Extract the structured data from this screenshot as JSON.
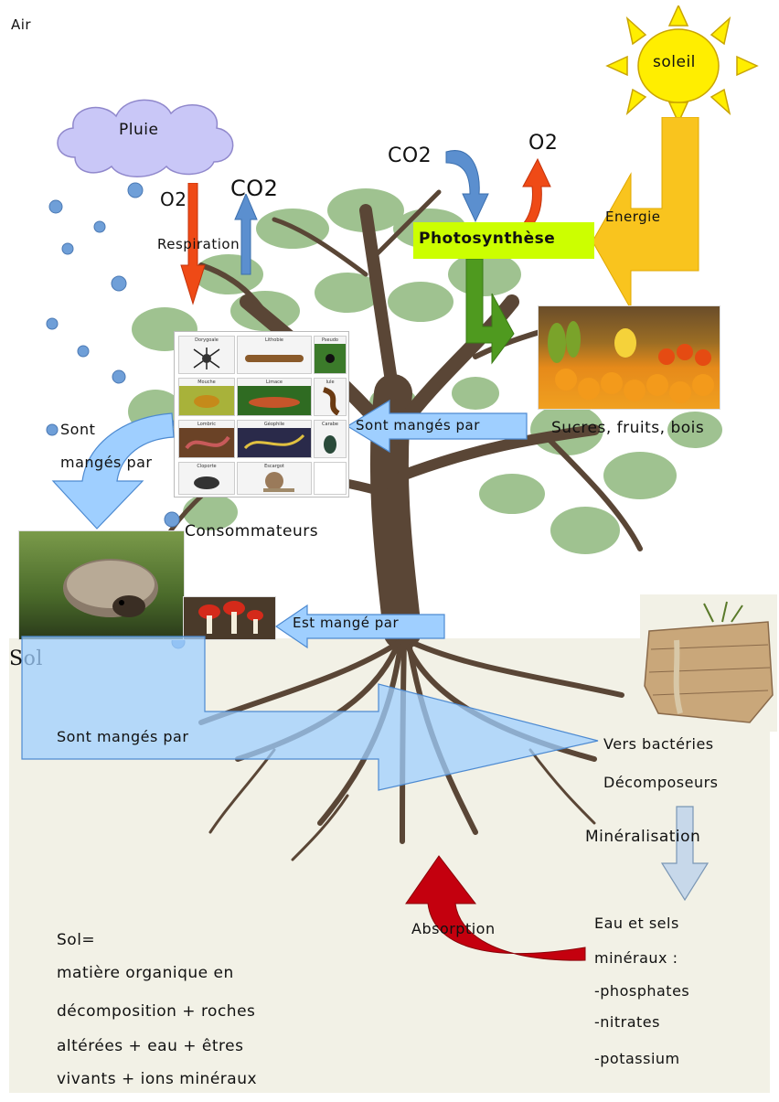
{
  "labels": {
    "air": "Air",
    "sol_zone": "Sol",
    "pluie": "Pluie",
    "soleil": "soleil",
    "co2_left": "CO2",
    "o2_left": "O2",
    "respiration": "Respiration",
    "co2_top": "CO2",
    "o2_top": "O2",
    "energie": "Energie",
    "photosynthese": "Photosynthèse",
    "sucres": "Sucres, fruits, bois",
    "sont_manges_par_1": "Sont mangés par",
    "sont_line1": "Sont",
    "sont_line2": "mangés par",
    "consommateurs": "Consommateurs",
    "est_mange_par": "Est mangé par",
    "sont_manges_par_big": "Sont mangés par",
    "vers_bacteries": "Vers bactéries",
    "decomposeurs": "Décomposeurs",
    "mineralisation": "Minéralisation",
    "absorption": "Absorption",
    "eau_sels_1": "Eau et sels",
    "eau_sels_2": "minéraux :",
    "phosphates": "-phosphates",
    "nitrates": "-nitrates",
    "potassium": "-potassium",
    "sol_def_1": "Sol=",
    "sol_def_2": "matière organique en",
    "sol_def_3": "décomposition + roches",
    "sol_def_4": "altérées + eau + êtres",
    "sol_def_5": "vivants + ions minéraux"
  },
  "consumer_grid": [
    "Dorygoale",
    "Lithobie",
    "Pseudo",
    "Mouche",
    "Limace",
    "Iule",
    "Lombric",
    "Géophile",
    "Carabe",
    "Cloporte",
    "Escargot",
    ""
  ],
  "colors": {
    "soil_bg": "#f2f1e6",
    "cloud": "#c9c7f7",
    "sun": "#ffee00",
    "energy_arrow": "#f9c41e",
    "photosynthese_bg": "#ccff00",
    "light_blue_arrow": "#9fcfff",
    "red_arrow": "#e8320a",
    "green_arrow": "#4f9a1f",
    "absorption_arrow": "#c4000e",
    "raindrop": "#6f9fd8"
  }
}
